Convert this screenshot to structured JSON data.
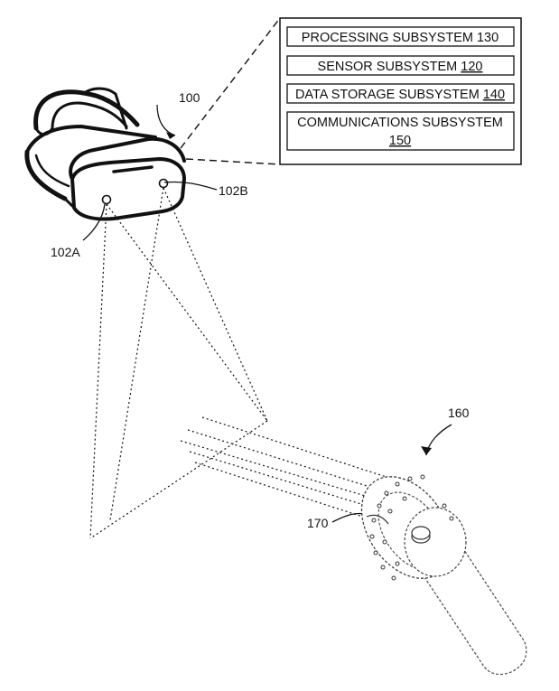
{
  "subsystem_box": {
    "items": [
      {
        "text": "PROCESSING SUBSYSTEM ",
        "ref": "130"
      },
      {
        "text": "SENSOR SUBSYSTEM ",
        "ref": "120"
      },
      {
        "text": "DATA STORAGE SUBSYSTEM ",
        "ref": "140"
      },
      {
        "text": "COMMUNICATIONS SUBSYSTEM",
        "ref": "150"
      }
    ]
  },
  "labels": {
    "headset": "100",
    "camera_a": "102A",
    "camera_b": "102B",
    "controller": "160",
    "emitter": "170"
  },
  "colors": {
    "line": "#111111",
    "background": "#ffffff"
  }
}
